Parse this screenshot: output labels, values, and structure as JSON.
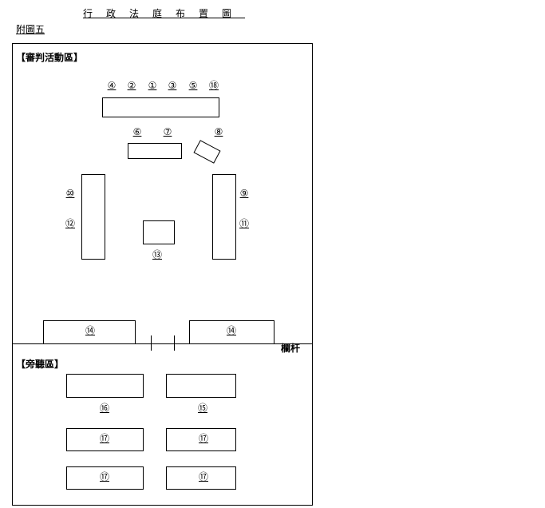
{
  "title": "行政法庭布置圖",
  "appendix": "附圖五",
  "zones": {
    "trial_area": "【審判活動區】",
    "gallery_area": "【旁聽區】",
    "railing": "欄杆"
  },
  "markers": {
    "n1": "①",
    "n2": "②",
    "n3": "③",
    "n4": "④",
    "n5": "⑤",
    "n6": "⑥",
    "n7": "⑦",
    "n8": "⑧",
    "n9": "⑨",
    "n10": "⑩",
    "n11": "⑪",
    "n12": "⑫",
    "n13": "⑬",
    "n14": "⑭",
    "n15": "⑮",
    "n16": "⑯",
    "n17": "⑰",
    "n18": "⑱"
  }
}
